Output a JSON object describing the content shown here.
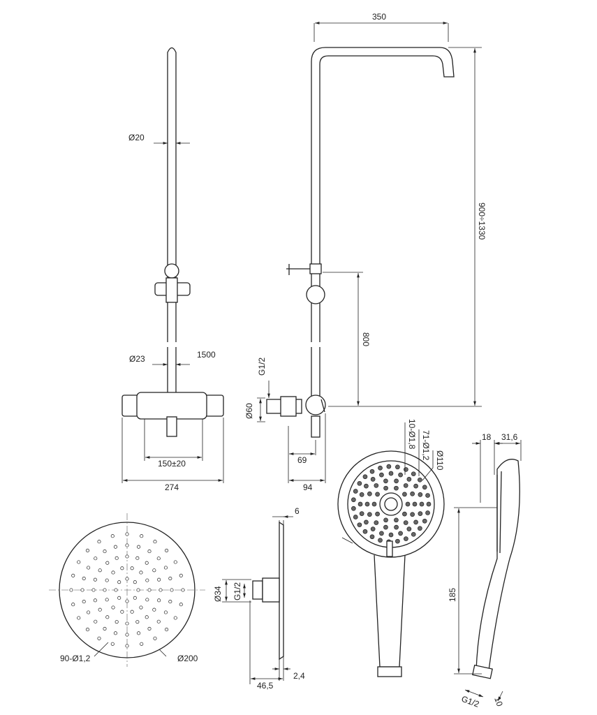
{
  "line_color": "#222222",
  "labels": {
    "arm_width": "350",
    "height_range": "900÷1330",
    "rail_diameter": "Ø20",
    "mixer_height": "800",
    "tube_diameter": "Ø23",
    "rail_length": "1500",
    "inlet_thread": "G1/2",
    "escutcheon_diameter": "Ø60",
    "inlet_spacing": "150±20",
    "mixer_width": "274",
    "mixer_depth_69": "69",
    "mixer_depth_94": "94",
    "hand_nozzles_large": "10-Ø1,8",
    "hand_nozzles_small": "71-Ø1,2",
    "hand_diameter": "Ø110",
    "hand_side_18": "18",
    "hand_side_31": "31,6",
    "hand_length": "185",
    "hand_thread": "G1/2",
    "hand_thread_len": "10",
    "overhead_nozzles": "90-Ø1,2",
    "overhead_diameter": "Ø200",
    "overhead_thickness": "6",
    "overhead_connector": "Ø34",
    "overhead_thread": "G1/2",
    "overhead_depth": "46,5",
    "overhead_edge": "2,4"
  }
}
